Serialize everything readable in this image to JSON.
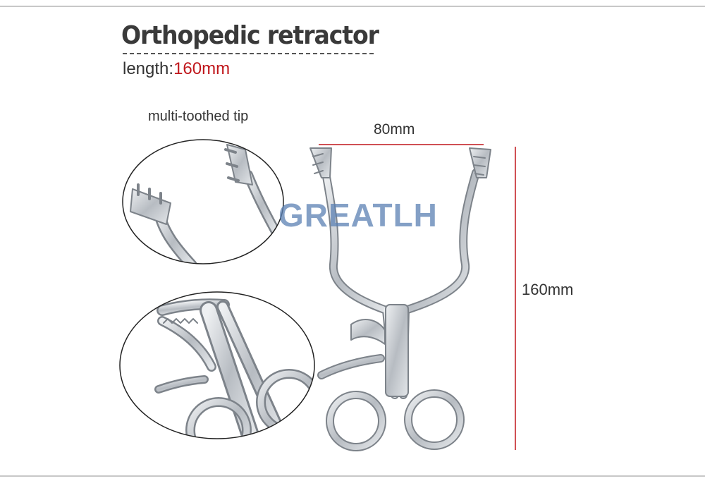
{
  "title": "Orthopedic retractor",
  "length_label": "length:",
  "length_value": "160mm",
  "tip_label": "multi-toothed tip",
  "width_dimension": "80mm",
  "height_dimension": "160mm",
  "watermark": "GREATLH",
  "colors": {
    "accent_red": "#c0171c",
    "steel": "#c9cdd2",
    "text": "#333333"
  }
}
